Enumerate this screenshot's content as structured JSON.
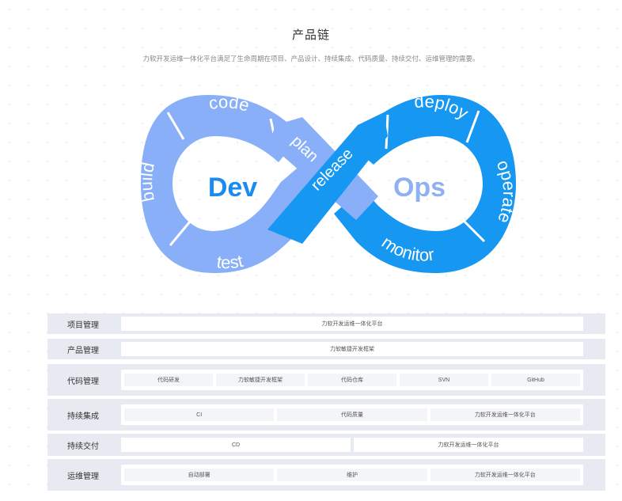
{
  "header": {
    "title": "产品链",
    "subtitle": "力软开发运维一体化平台满足了生命周期在项目、产品设计、持续集成、代码质量、持续交付、运维管理的需要。"
  },
  "diagram": {
    "dev_label": "Dev",
    "ops_label": "Ops",
    "stages": {
      "code": "code",
      "build": "build",
      "test": "test",
      "plan": "plan",
      "release": "release",
      "deploy": "deploy",
      "operate": "operate",
      "monitor": "monitor"
    },
    "colors": {
      "dev": "#89aff8",
      "ops": "#1697f2",
      "dev_text": "#1a8cf0",
      "ops_text": "#8fb1f2"
    }
  },
  "table": {
    "rows": [
      {
        "label": "项目管理",
        "cells": [
          "力软开发运维一体化平台"
        ]
      },
      {
        "label": "产品管理",
        "cells": [
          "力软敏捷开发框架"
        ]
      },
      {
        "label": "代码管理",
        "cells": [
          "代码研发",
          "力软敏捷开发框架",
          "代码仓库",
          "SVN",
          "GitHub"
        ]
      },
      {
        "label": "持续集成",
        "cells": [
          "CI",
          "代码质量",
          "力软开发运维一体化平台"
        ]
      },
      {
        "label": "持续交付",
        "cells": [
          "CD",
          "力软开发运维一体化平台"
        ]
      },
      {
        "label": "运维管理",
        "cells": [
          "自动部署",
          "维护",
          "力软开发运维一体化平台"
        ]
      }
    ]
  }
}
